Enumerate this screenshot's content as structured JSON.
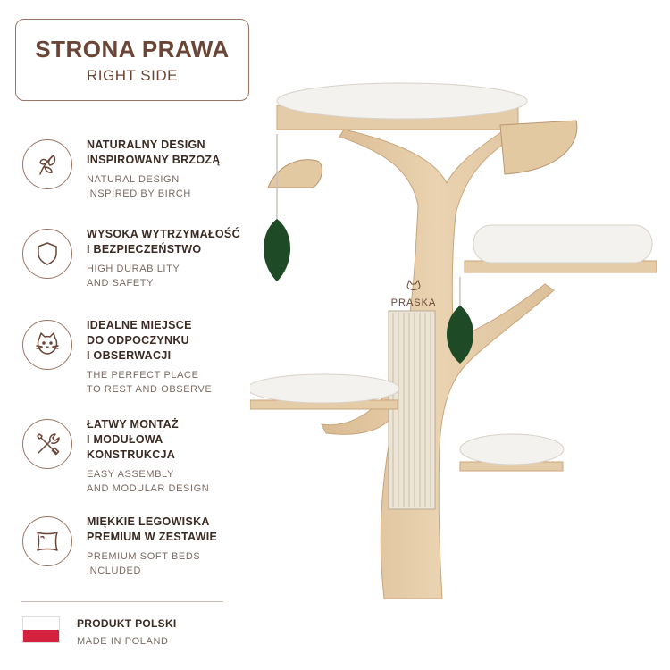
{
  "title": {
    "main": "STRONA PRAWA",
    "sub": "RIGHT SIDE"
  },
  "features": [
    {
      "icon": "leaf-icon",
      "pl": "NATURALNY DESIGN\nINSPIROWANY BRZOZĄ",
      "en": "NATURAL DESIGN\nINSPIRED BY BIRCH"
    },
    {
      "icon": "shield-icon",
      "pl": "WYSOKA WYTRZYMAŁOŚĆ\nI BEZPIECZEŃSTWO",
      "en": "HIGH DURABILITY\nAND SAFETY"
    },
    {
      "icon": "cat-icon",
      "pl": "IDEALNE MIEJSCE\nDO ODPOCZYNKU\nI OBSERWACJI",
      "en": "THE PERFECT PLACE\nTO REST AND OBSERVE"
    },
    {
      "icon": "tools-icon",
      "pl": "ŁATWY MONTAŻ\nI MODUŁOWA\nKONSTRUKCJA",
      "en": "EASY ASSEMBLY\nAND MODULAR DESIGN"
    },
    {
      "icon": "pillow-icon",
      "pl": "MIĘKKIE LEGOWISKA\nPREMIUM W ZESTAWIE",
      "en": "PREMIUM SOFT BEDS\nINCLUDED"
    }
  ],
  "made_in": {
    "pl": "PRODUKT POLSKI",
    "en": "MADE IN POLAND"
  },
  "product": {
    "brand": "PRASKA"
  },
  "colors": {
    "accent": "#6b4636",
    "wood": "#e2c9a4",
    "cushion": "#f4f2ee",
    "leaf": "#1f4a26",
    "flag_red": "#d4213d"
  }
}
